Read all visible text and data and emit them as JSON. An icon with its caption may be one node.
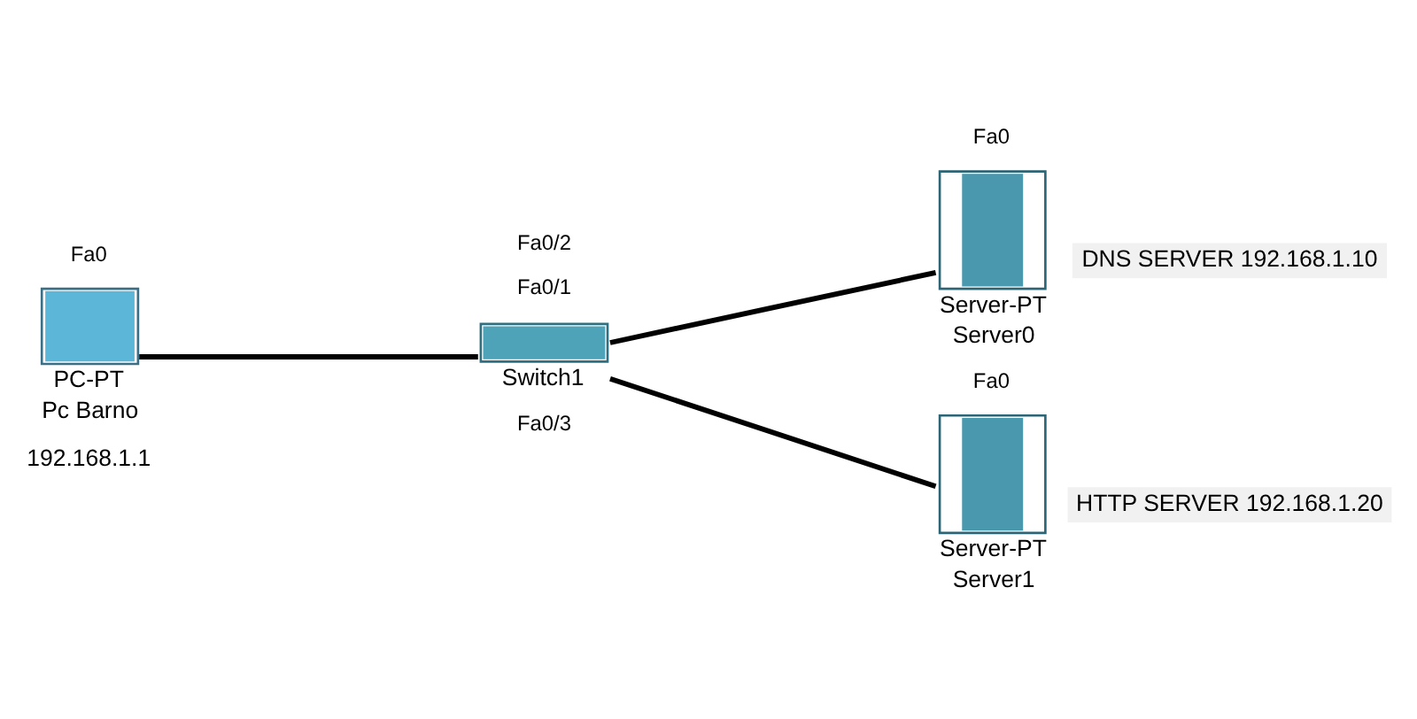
{
  "diagram": {
    "nodes": [
      {
        "text": [
          "PC-PT",
          "Pc Barno"
        ],
        "beside": [
          "192.168.1.1"
        ]
      },
      {
        "text": [
          "Switch1"
        ]
      },
      {
        "text": [
          "Server-PT",
          "Server0"
        ],
        "beside": [
          "DNS SERVER 192.168.1.10"
        ]
      },
      {
        "text": [
          "Server-PT",
          "Server1"
        ],
        "beside": [
          "HTTP SERVER 192.168.1.20"
        ]
      }
    ],
    "edges": [
      {
        "from": 0,
        "to": 1,
        "arrow": "none"
      },
      {
        "from": 1,
        "to": 2,
        "arrow": "none"
      },
      {
        "from": 1,
        "to": 3,
        "arrow": "none"
      }
    ],
    "labels": [
      "Fa0",
      "Fa0",
      "Fa0/2",
      "Fa0/1",
      "Fa0/3",
      "Fa0"
    ]
  }
}
